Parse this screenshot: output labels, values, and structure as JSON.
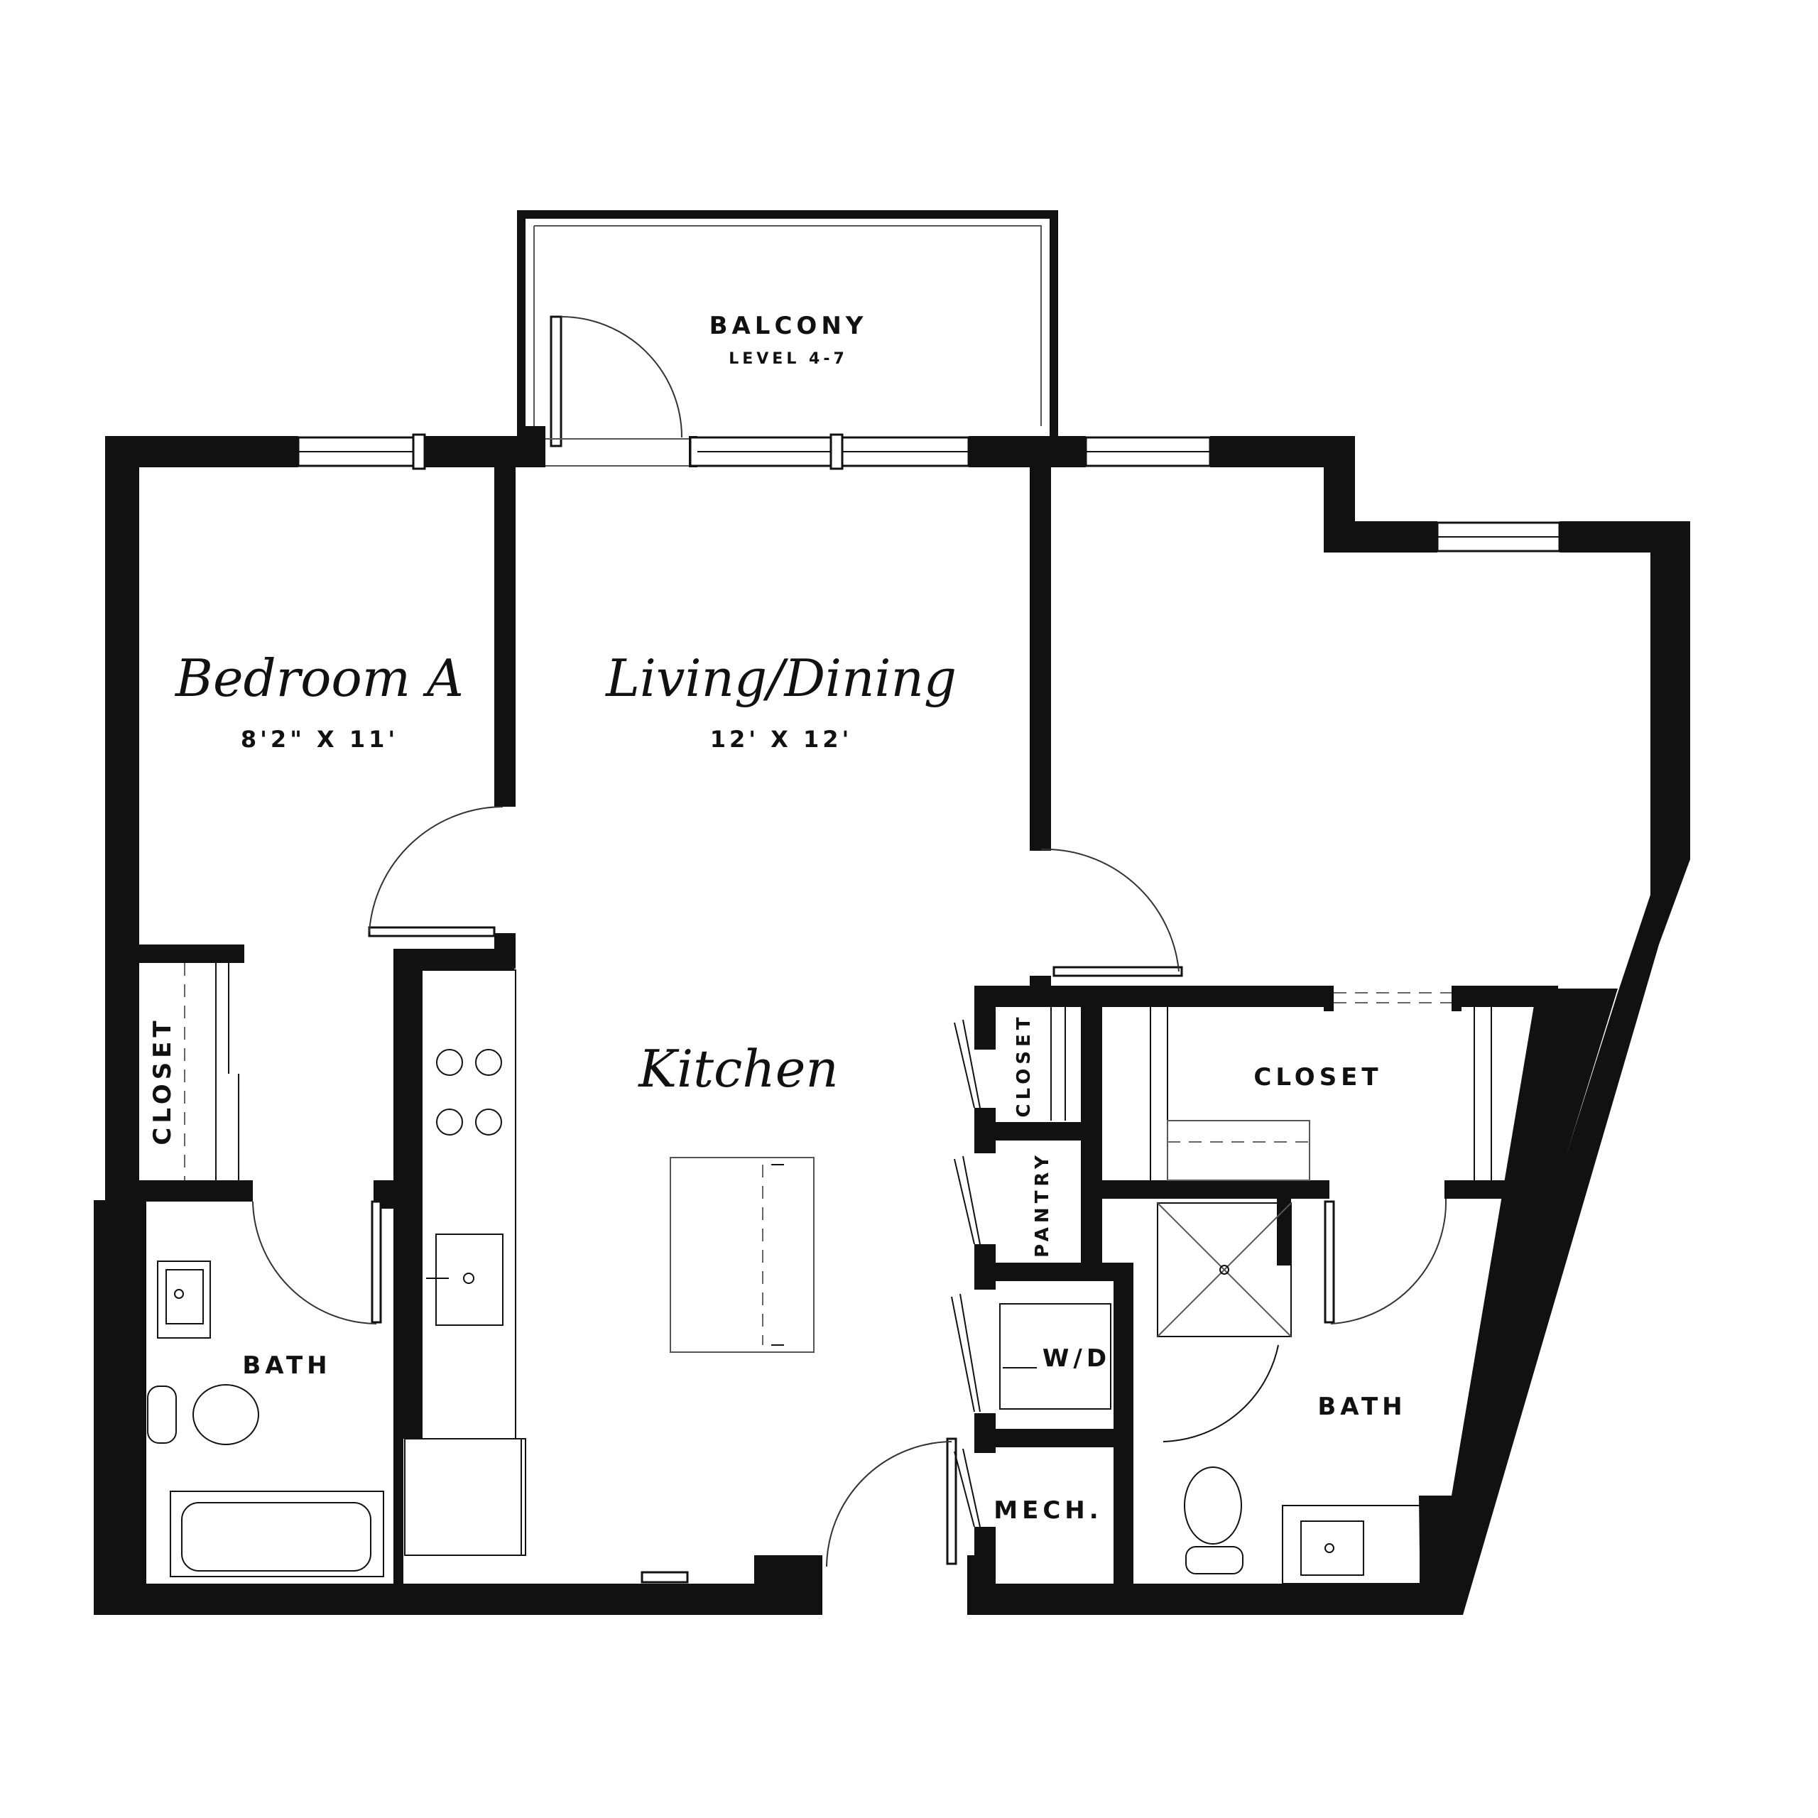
{
  "rooms": {
    "balcony": {
      "label": "BALCONY",
      "sublabel": "LEVEL 4-7"
    },
    "bedroom_a": {
      "title": "Bedroom A",
      "dimensions": "8'2\" X 11'"
    },
    "living_dining": {
      "title": "Living/Dining",
      "dimensions": "12' X 12'"
    },
    "kitchen": {
      "title": "Kitchen"
    },
    "closet_left": {
      "label": "CLOSET"
    },
    "closet_center": {
      "label": "CLOSET"
    },
    "pantry": {
      "label": "PANTRY"
    },
    "wd": {
      "label": "W/D"
    },
    "mech": {
      "label": "MECH."
    },
    "closet_right": {
      "label": "CLOSET"
    },
    "bath_left": {
      "label": "BATH"
    },
    "bath_right": {
      "label": "BATH"
    }
  },
  "colors": {
    "wall": "#111111",
    "background": "#ffffff"
  }
}
